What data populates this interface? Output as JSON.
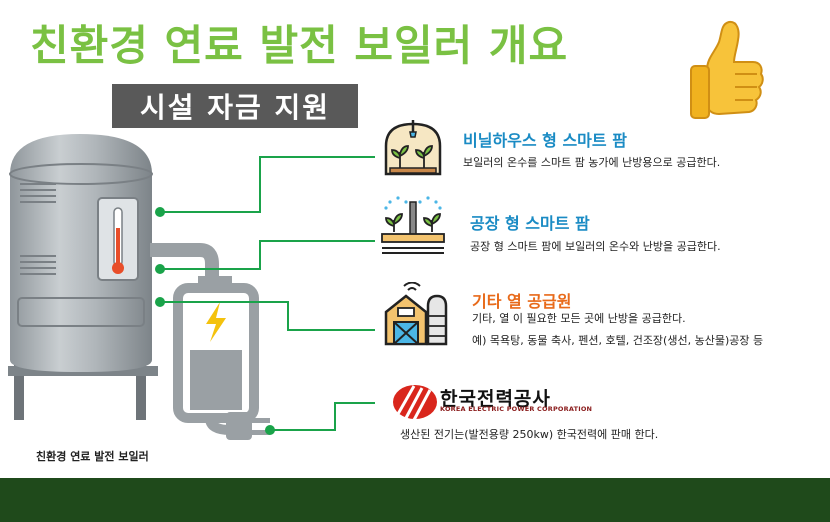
{
  "title": "친환경 연료 발전 보일러 개요",
  "subsidy_label": "시설 자금 지원",
  "sections": [
    {
      "title": "비닐하우스 형 스마트 팜",
      "lines": [
        "보일러의 온수를 스마트 팜 농가에 난방용으로 공급한다."
      ],
      "color": "#1a8bc4",
      "icon": "greenhouse-icon"
    },
    {
      "title": "공장 형 스마트 팜",
      "lines": [
        "공장 형 스마트 팜에 보일러의 온수와 난방을 공급한다."
      ],
      "color": "#1a8bc4",
      "icon": "sprinkler-field-icon"
    },
    {
      "title": "기타 열 공급원",
      "lines": [
        "기타, 열 이 필요한 모든 곳에 난방을 공급한다.",
        "예) 목욕탕, 동물 축사, 펜션, 호텔, 건조장(생선, 농산물)공장 등"
      ],
      "color": "#e86a1a",
      "icon": "barn-silo-icon"
    }
  ],
  "kepco": {
    "name_ko": "한국전력공사",
    "name_en": "KOREA ELECTRIC POWER CORPORATION",
    "desc": "생산된 전기는(발전용량 250kw) 한국전력에 판매 한다.",
    "logo_color": "#d9261c"
  },
  "boiler_caption": "친환경 연료 발전 보일러",
  "accent_line_color": "#1aa34a",
  "footer_color": "#1f4a1b"
}
